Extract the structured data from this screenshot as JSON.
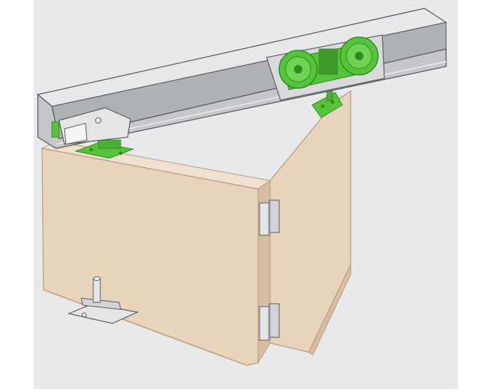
{
  "figure": {
    "subject": "folding-door-sliding-hardware",
    "parts": [
      {
        "id": "track-rail",
        "icon": "aluminium-track"
      },
      {
        "id": "roller-carriage",
        "icon": "roller-wheel"
      },
      {
        "id": "top-pivot-bracket",
        "icon": "bracket"
      },
      {
        "id": "top-guide-plate",
        "icon": "mounting-plate"
      },
      {
        "id": "carriage-mount-plate",
        "icon": "mounting-plate"
      },
      {
        "id": "door-panel-left",
        "icon": "door-panel"
      },
      {
        "id": "door-panel-right",
        "icon": "door-panel"
      },
      {
        "id": "upper-hinge",
        "icon": "hinge"
      },
      {
        "id": "lower-hinge",
        "icon": "hinge"
      },
      {
        "id": "bottom-pivot",
        "icon": "floor-pivot"
      }
    ]
  },
  "colors": {
    "background": "#e8e9eb",
    "frame": "#ffffff",
    "rail_top": "#e7e8ea",
    "rail_front": "#c5c7ca",
    "rail_inner": "#aeb1b5",
    "rail_outline": "#55585c",
    "wood_front": "#e8d3bd",
    "wood_side": "#d7bda2",
    "wood_top": "#efe0cf",
    "wood_edge": "#c9a887",
    "accent_green": "#55c43a",
    "accent_green_dark": "#2f8a22",
    "metal_light": "#e4e5e7",
    "metal_dark": "#8d9094"
  }
}
